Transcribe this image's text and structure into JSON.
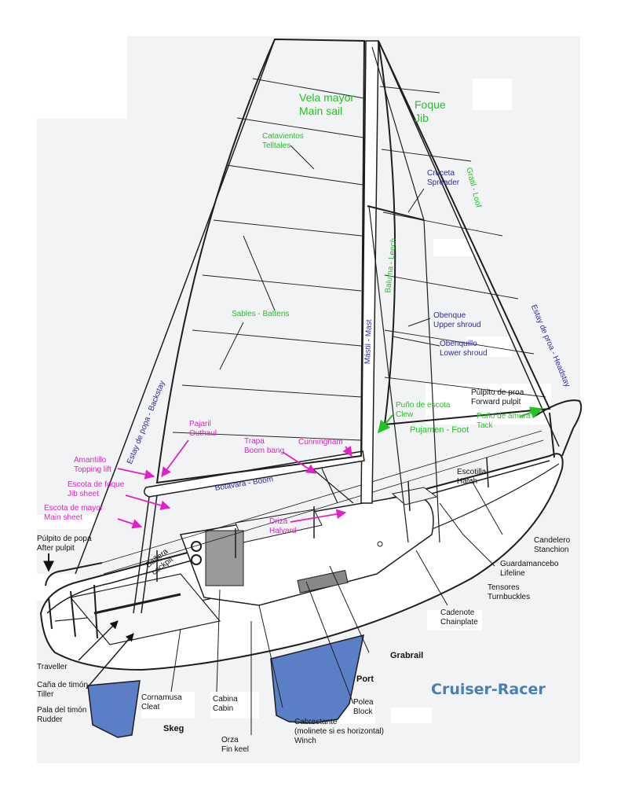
{
  "colors": {
    "green": "#22c322",
    "blue": "#2a2aa6",
    "magenta": "#e020c8",
    "black": "#111111",
    "brand": "#4a7fb5",
    "keel": "#5b7fc7",
    "line": "#1e1e1e"
  },
  "labels": {
    "vela_mayor": "Vela mayor\nMain sail",
    "foque": "Foque\nJib",
    "catavientos": "Catavientos\nTelltales",
    "cruceta": "Cruceta\nSpreader",
    "gratil": "Gratil - Loof",
    "baluma": "Baluma - Leech",
    "sables": "Sables - Battens",
    "obenque": "Obenque\nUpper shroud",
    "obenquillo": "Obenquillo\nLower shroud",
    "mastil": "Mástil - Mast",
    "estay_proa": "Estay de proa - Headstay",
    "estay_popa": "Estay de popa - Backstay",
    "pulpito_proa": "Púlpito de proa\nForward pulpit",
    "puno_escota": "Puño de escota\nClew",
    "puno_amura": "Puño de amura\nTack",
    "pujamen": "Pujamen - Foot",
    "pajaril": "Pajaril\nOuthaul",
    "trapa": "Trapa\nBoom bang",
    "cunningham": "Cunningham",
    "amantillo": "Amantillo\nTopping lift",
    "botavara": "Botavara - Boom",
    "escota_foque": "Escota de foque\nJib sheet",
    "escota_mayor": "Escota de mayor\nMain sheet",
    "escotilla": "Escotilla\nHatch",
    "driza": "Driza\nHalyard",
    "pulpito_popa": "Púlpito de popa\nAfter pulpit",
    "banera": "Bañera\ncockpit",
    "candelero": "Candelero\nStanchion",
    "guardamancebo": "Guardamancebo\nLifeline",
    "tensores": "Tensores\nTurnbuckles",
    "cadenote": "Cadenote\nChainplate",
    "grabrail": "Grabrail",
    "port": "Port",
    "traveller": "Traveller",
    "cana_timon": "Caña de timón\nTiller",
    "pala_timon": "Pala del timón\nRudder",
    "skeg": "Skeg",
    "cornamusa": "Cornamusa\nCleat",
    "cabina": "Cabina\nCabin",
    "polea": "Polea\nBlock",
    "cabrestante": "Cabrestante\n(molinete si es horizontal)\nWinch",
    "orza": "Orza\nFin keel",
    "brand": "Cruiser-Racer"
  }
}
